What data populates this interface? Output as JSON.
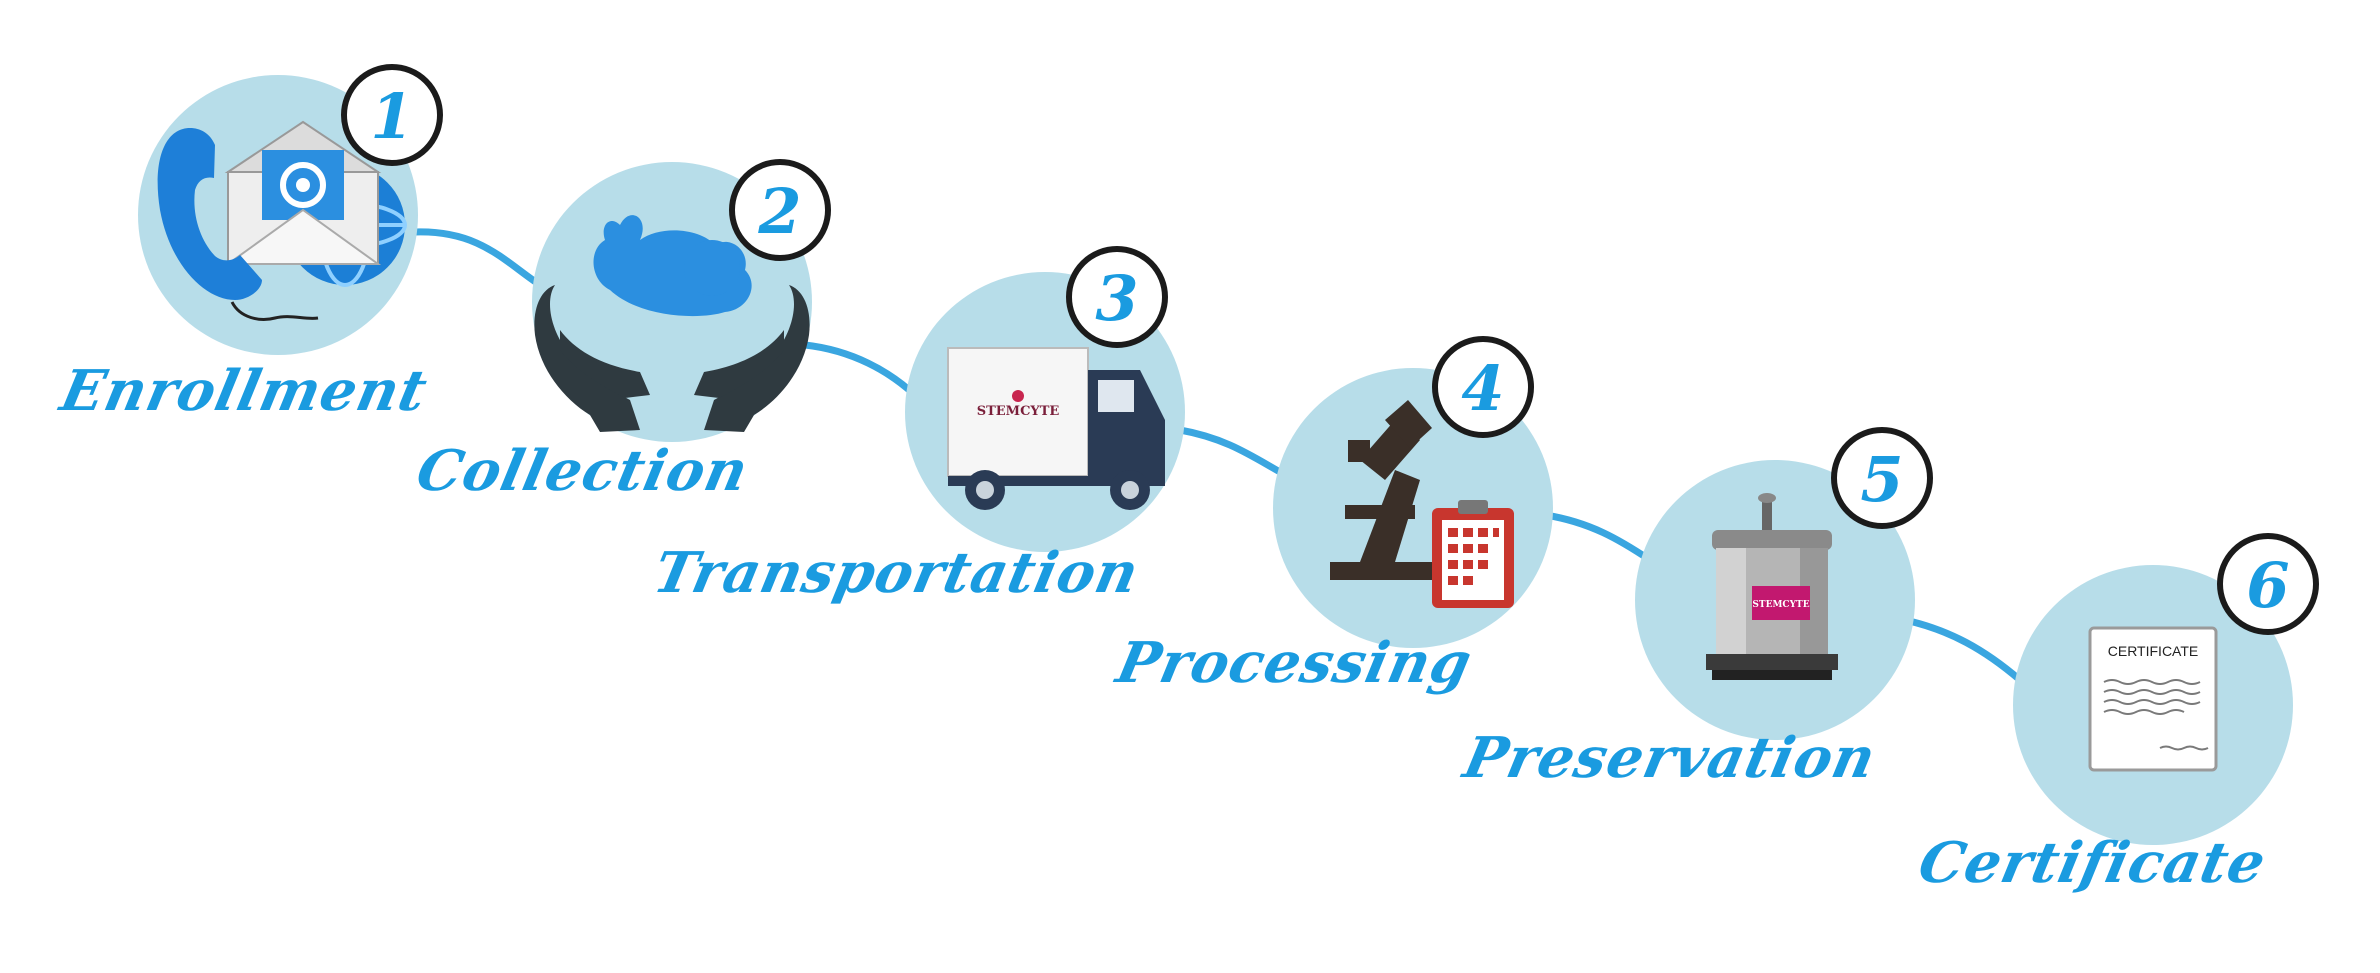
{
  "colors": {
    "circle": "#b7dde9",
    "connector": "#3aa6e0",
    "label": "#1a9be0",
    "number": "#1a9be0",
    "badge_bg": "#ffffff",
    "badge_border": "#1b1b1b"
  },
  "steps": [
    {
      "number": "1",
      "label": "Enrollment",
      "icon": "phone-email-globe-icon"
    },
    {
      "number": "2",
      "label": "Collection",
      "icon": "hands-holding-baby-icon"
    },
    {
      "number": "3",
      "label": "Transportation",
      "icon": "delivery-truck-icon"
    },
    {
      "number": "4",
      "label": "Processing",
      "icon": "microscope-clipboard-icon"
    },
    {
      "number": "5",
      "label": "Preservation",
      "icon": "cryo-storage-tank-icon"
    },
    {
      "number": "6",
      "label": "Certificate",
      "icon": "certificate-document-icon"
    }
  ],
  "truck_logo": "STEMCYTE",
  "tank_logo": "STEMCYTE",
  "certificate_heading": "CERTIFICATE"
}
